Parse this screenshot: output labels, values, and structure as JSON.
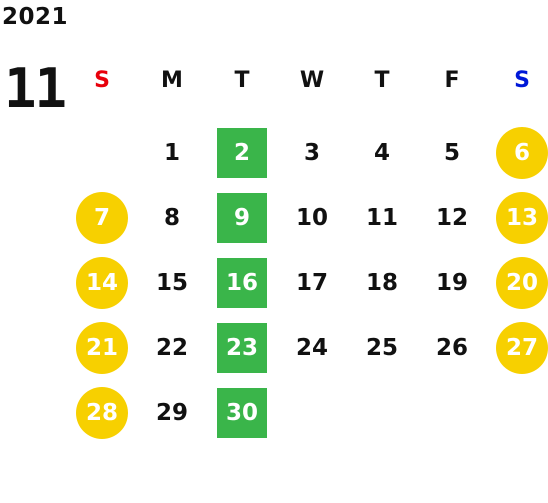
{
  "calendar": {
    "year": "2021",
    "month": "11",
    "weekdays": [
      {
        "label": "S",
        "color": "#e8000b"
      },
      {
        "label": "M",
        "color": "#111111"
      },
      {
        "label": "T",
        "color": "#111111"
      },
      {
        "label": "W",
        "color": "#111111"
      },
      {
        "label": "T",
        "color": "#111111"
      },
      {
        "label": "F",
        "color": "#111111"
      },
      {
        "label": "S",
        "color": "#0018d8"
      }
    ],
    "weeks": [
      [
        "",
        "1",
        "2",
        "3",
        "4",
        "5",
        "6"
      ],
      [
        "7",
        "8",
        "9",
        "10",
        "11",
        "12",
        "13"
      ],
      [
        "14",
        "15",
        "16",
        "17",
        "18",
        "19",
        "20"
      ],
      [
        "21",
        "22",
        "23",
        "24",
        "25",
        "26",
        "27"
      ],
      [
        "28",
        "29",
        "30",
        "",
        "",
        "",
        ""
      ]
    ],
    "highlight_colors": {
      "weekend_circle": "#f7d000",
      "tuesday_square": "#3ab54a"
    }
  }
}
